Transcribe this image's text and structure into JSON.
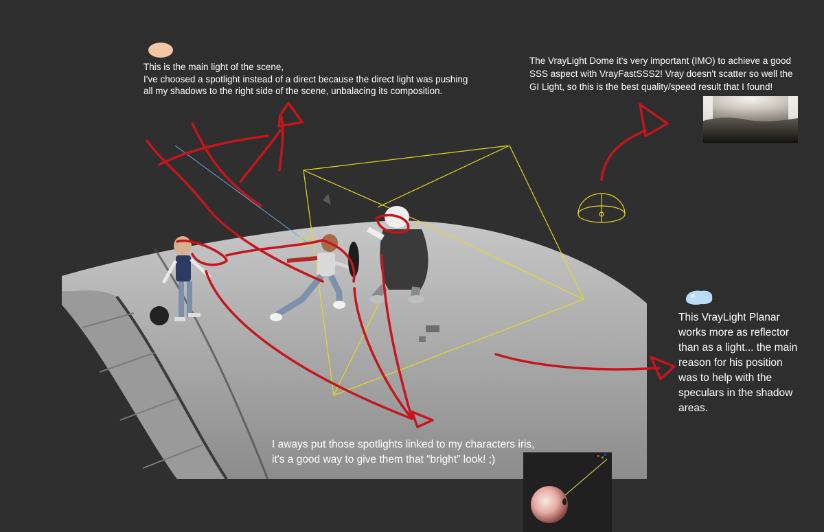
{
  "annotations": {
    "main_light": [
      "This is the main light of the scene,",
      "I've choosed a spotlight instead of a direct because the direct light was pushing",
      "all my shadows to the right side of the scene, unbalacing its composition."
    ],
    "dome_light": [
      "The VrayLight Dome it's very important (IMO) to achieve a good",
      "SSS aspect with VrayFastSSS2! Vray doesn't scatter so well the",
      "GI Light, so this is the best quality/speed result that I found!"
    ],
    "planar_light": [
      "This VrayLight Planar",
      "works more as reflector",
      "than as a light... the main",
      "reason for his position",
      "was to help with the",
      "speculars in the shadow",
      "areas."
    ],
    "iris_lights": [
      "I aways put those spotlights linked to my characters iris,",
      "it's a good way to give them that “bright” look! ;)"
    ]
  },
  "colors": {
    "background": "#2e2e2e",
    "annotation_red": "#c4161c",
    "light_gizmo_yellow": "#e8d81e",
    "spot_dot": "#f5c6a5",
    "planar_dot": "#b9dcf7"
  },
  "icons": {
    "main_light_marker": "peach-blob-icon",
    "planar_light_marker": "light-blue-blob-icon"
  }
}
